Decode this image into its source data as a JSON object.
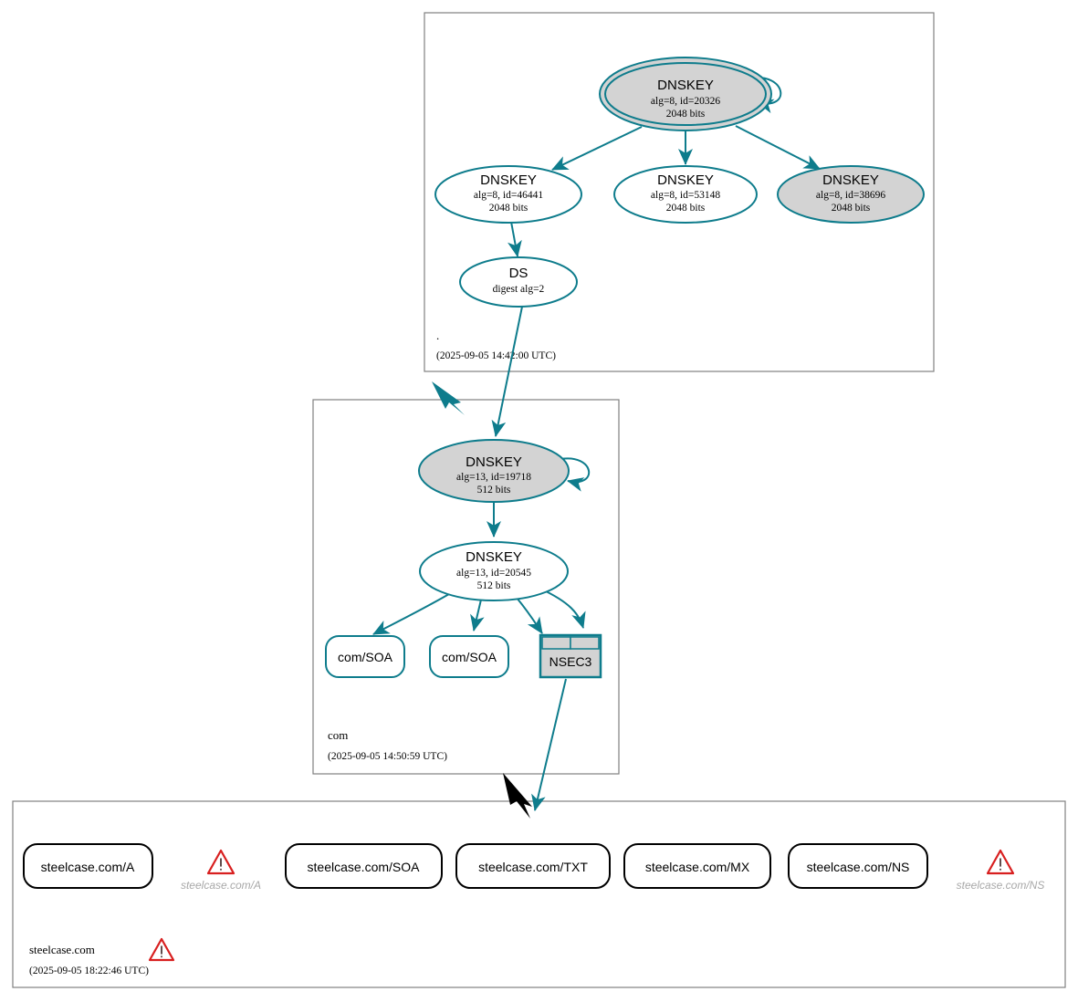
{
  "diagram": {
    "type": "dnssec-authentication-chain",
    "accent_color": "#0e7c8c",
    "ksk_fill": "#d3d3d3",
    "zsk_fill": "#ffffff",
    "warning_color": "#d81f1f",
    "insecure_edge_color": "#000000"
  },
  "zones": [
    {
      "id": "root",
      "name": ".",
      "timestamp": "(2025-09-05 14:42:00 UTC)",
      "nodes": [
        {
          "id": "root-ksk",
          "kind": "DNSKEY",
          "title": "DNSKEY",
          "line2": "alg=8, id=20326",
          "line3": "2048 bits",
          "role": "ksk",
          "double_ring": true,
          "self_signed": true
        },
        {
          "id": "root-zsk1",
          "kind": "DNSKEY",
          "title": "DNSKEY",
          "line2": "alg=8, id=46441",
          "line3": "2048 bits",
          "role": "zsk",
          "double_ring": false,
          "self_signed": false
        },
        {
          "id": "root-zsk2",
          "kind": "DNSKEY",
          "title": "DNSKEY",
          "line2": "alg=8, id=53148",
          "line3": "2048 bits",
          "role": "zsk",
          "double_ring": false,
          "self_signed": false
        },
        {
          "id": "root-ksk2",
          "kind": "DNSKEY",
          "title": "DNSKEY",
          "line2": "alg=8, id=38696",
          "line3": "2048 bits",
          "role": "ksk",
          "double_ring": false,
          "self_signed": false
        },
        {
          "id": "root-ds",
          "kind": "DS",
          "title": "DS",
          "line2": "digest alg=2",
          "line3": "",
          "role": "ds",
          "double_ring": false,
          "self_signed": false
        }
      ]
    },
    {
      "id": "com",
      "name": "com",
      "timestamp": "(2025-09-05 14:50:59 UTC)",
      "nodes": [
        {
          "id": "com-ksk",
          "kind": "DNSKEY",
          "title": "DNSKEY",
          "line2": "alg=13, id=19718",
          "line3": "512 bits",
          "role": "ksk",
          "double_ring": false,
          "self_signed": true
        },
        {
          "id": "com-zsk",
          "kind": "DNSKEY",
          "title": "DNSKEY",
          "line2": "alg=13, id=20545",
          "line3": "512 bits",
          "role": "zsk",
          "double_ring": false,
          "self_signed": false
        }
      ],
      "records": [
        {
          "id": "com-soa-1",
          "label": "com/SOA",
          "style": "rounded"
        },
        {
          "id": "com-soa-2",
          "label": "com/SOA",
          "style": "rounded"
        },
        {
          "id": "com-nsec3",
          "label": "NSEC3",
          "style": "rrset"
        }
      ]
    },
    {
      "id": "steelcase",
      "name": "steelcase.com",
      "timestamp": "(2025-09-05 18:22:46 UTC)",
      "has_warning": true,
      "records": [
        {
          "id": "sc-a",
          "label": "steelcase.com/A",
          "style": "rounded-black"
        },
        {
          "id": "sc-soa",
          "label": "steelcase.com/SOA",
          "style": "rounded-black"
        },
        {
          "id": "sc-txt",
          "label": "steelcase.com/TXT",
          "style": "rounded-black"
        },
        {
          "id": "sc-mx",
          "label": "steelcase.com/MX",
          "style": "rounded-black"
        },
        {
          "id": "sc-ns",
          "label": "steelcase.com/NS",
          "style": "rounded-black"
        }
      ],
      "warnings": [
        {
          "id": "warn-a",
          "label": "steelcase.com/A"
        },
        {
          "id": "warn-ns",
          "label": "steelcase.com/NS"
        }
      ]
    }
  ]
}
